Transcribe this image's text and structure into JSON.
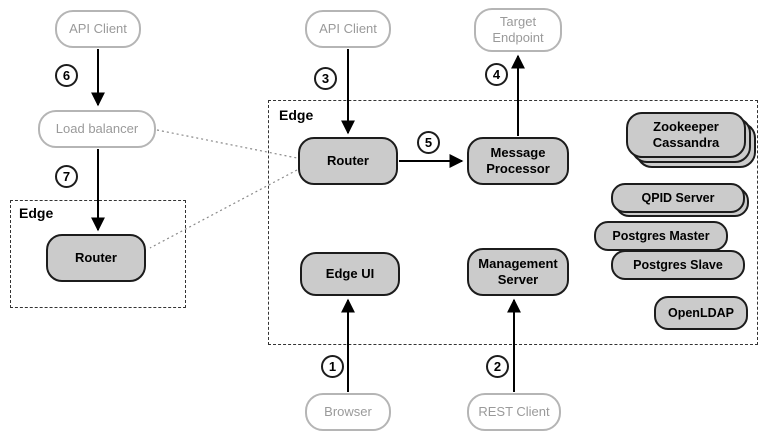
{
  "zones": {
    "edge_main": "Edge",
    "edge_left": "Edge"
  },
  "nodes": {
    "api_client_left": "API Client",
    "load_balancer": "Load balancer",
    "router_left": "Router",
    "api_client_center": "API Client",
    "target_endpoint": "Target Endpoint",
    "router_main": "Router",
    "message_processor": "Message Processor",
    "zookeeper_cassandra": "Zookeeper Cassandra",
    "qpid_server": "QPID Server",
    "postgres_master": "Postgres Master",
    "postgres_slave": "Postgres Slave",
    "openldap": "OpenLDAP",
    "edge_ui": "Edge UI",
    "management_server": "Management Server",
    "browser": "Browser",
    "rest_client": "REST Client"
  },
  "steps": {
    "1": "1",
    "2": "2",
    "3": "3",
    "4": "4",
    "5": "5",
    "6": "6",
    "7": "7"
  },
  "flows": [
    {
      "step": "1",
      "from": "Browser",
      "to": "Edge UI"
    },
    {
      "step": "2",
      "from": "REST Client",
      "to": "Management Server"
    },
    {
      "step": "3",
      "from": "API Client",
      "to": "Router"
    },
    {
      "step": "4",
      "from": "Message Processor",
      "to": "Target Endpoint"
    },
    {
      "step": "5",
      "from": "Router",
      "to": "Message Processor"
    },
    {
      "step": "6",
      "from": "API Client",
      "to": "Load balancer"
    },
    {
      "step": "7",
      "from": "Load balancer",
      "to": "Router"
    }
  ],
  "colors": {
    "node_fill": "#cbcbcb",
    "node_border": "#1c1c1c",
    "light_border": "#b5b5b5",
    "light_text": "#9a9a9a",
    "zone_border": "#333333",
    "arrow": "#000000",
    "dotted": "#8a8a8a"
  }
}
